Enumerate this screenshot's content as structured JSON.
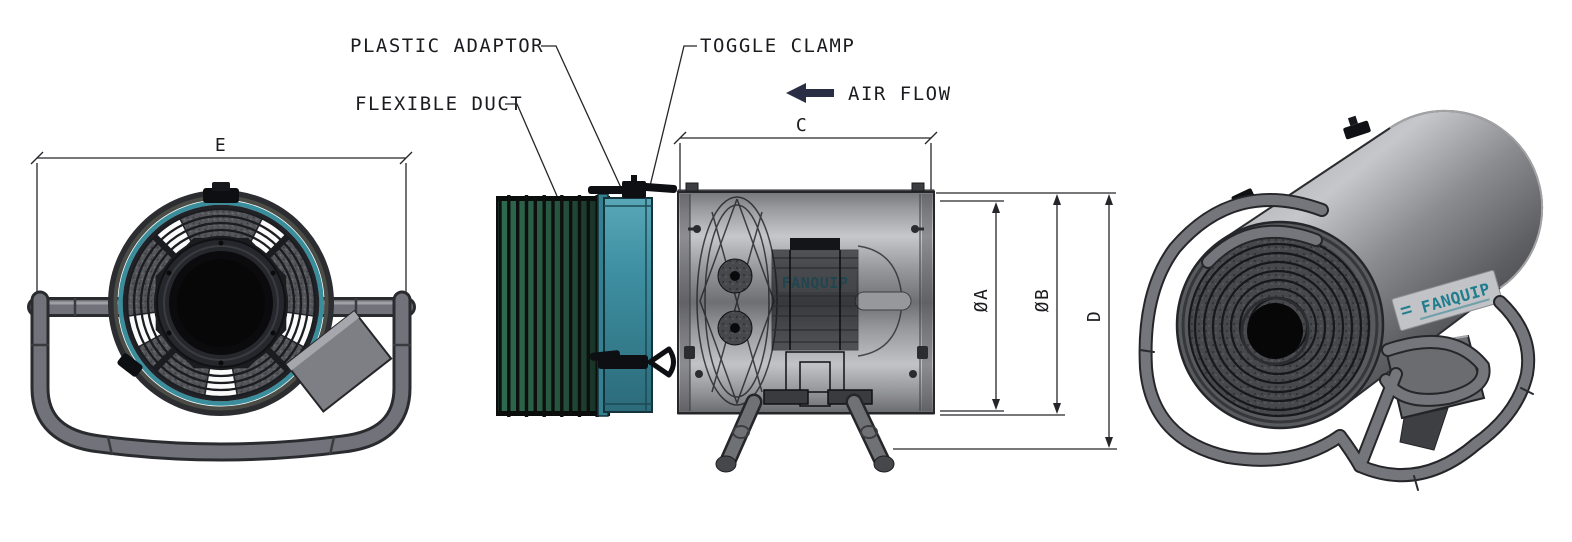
{
  "callouts": {
    "plastic_adaptor": "PLASTIC ADAPTOR",
    "toggle_clamp": "TOGGLE CLAMP",
    "flexible_duct": "FLEXIBLE DUCT"
  },
  "airflow": {
    "label": "AIR FLOW",
    "direction_icon": "left-arrow"
  },
  "dimensions": {
    "width_front": "E",
    "length": "C",
    "dia_a": "ØA",
    "dia_b": "ØB",
    "dia_d": "D"
  },
  "brand": {
    "name": "FANQUIP",
    "color": "#1f7d8e"
  },
  "colors": {
    "line": "#26262a",
    "accent_teal_ring": "#3a8d9b",
    "adaptor_teal": "#3d8fa1",
    "duct_green": "#2a5d45",
    "airflow_navy": "#2a2e44",
    "metal_light": "#c6c7cb",
    "metal_dark": "#6a6b6f"
  }
}
